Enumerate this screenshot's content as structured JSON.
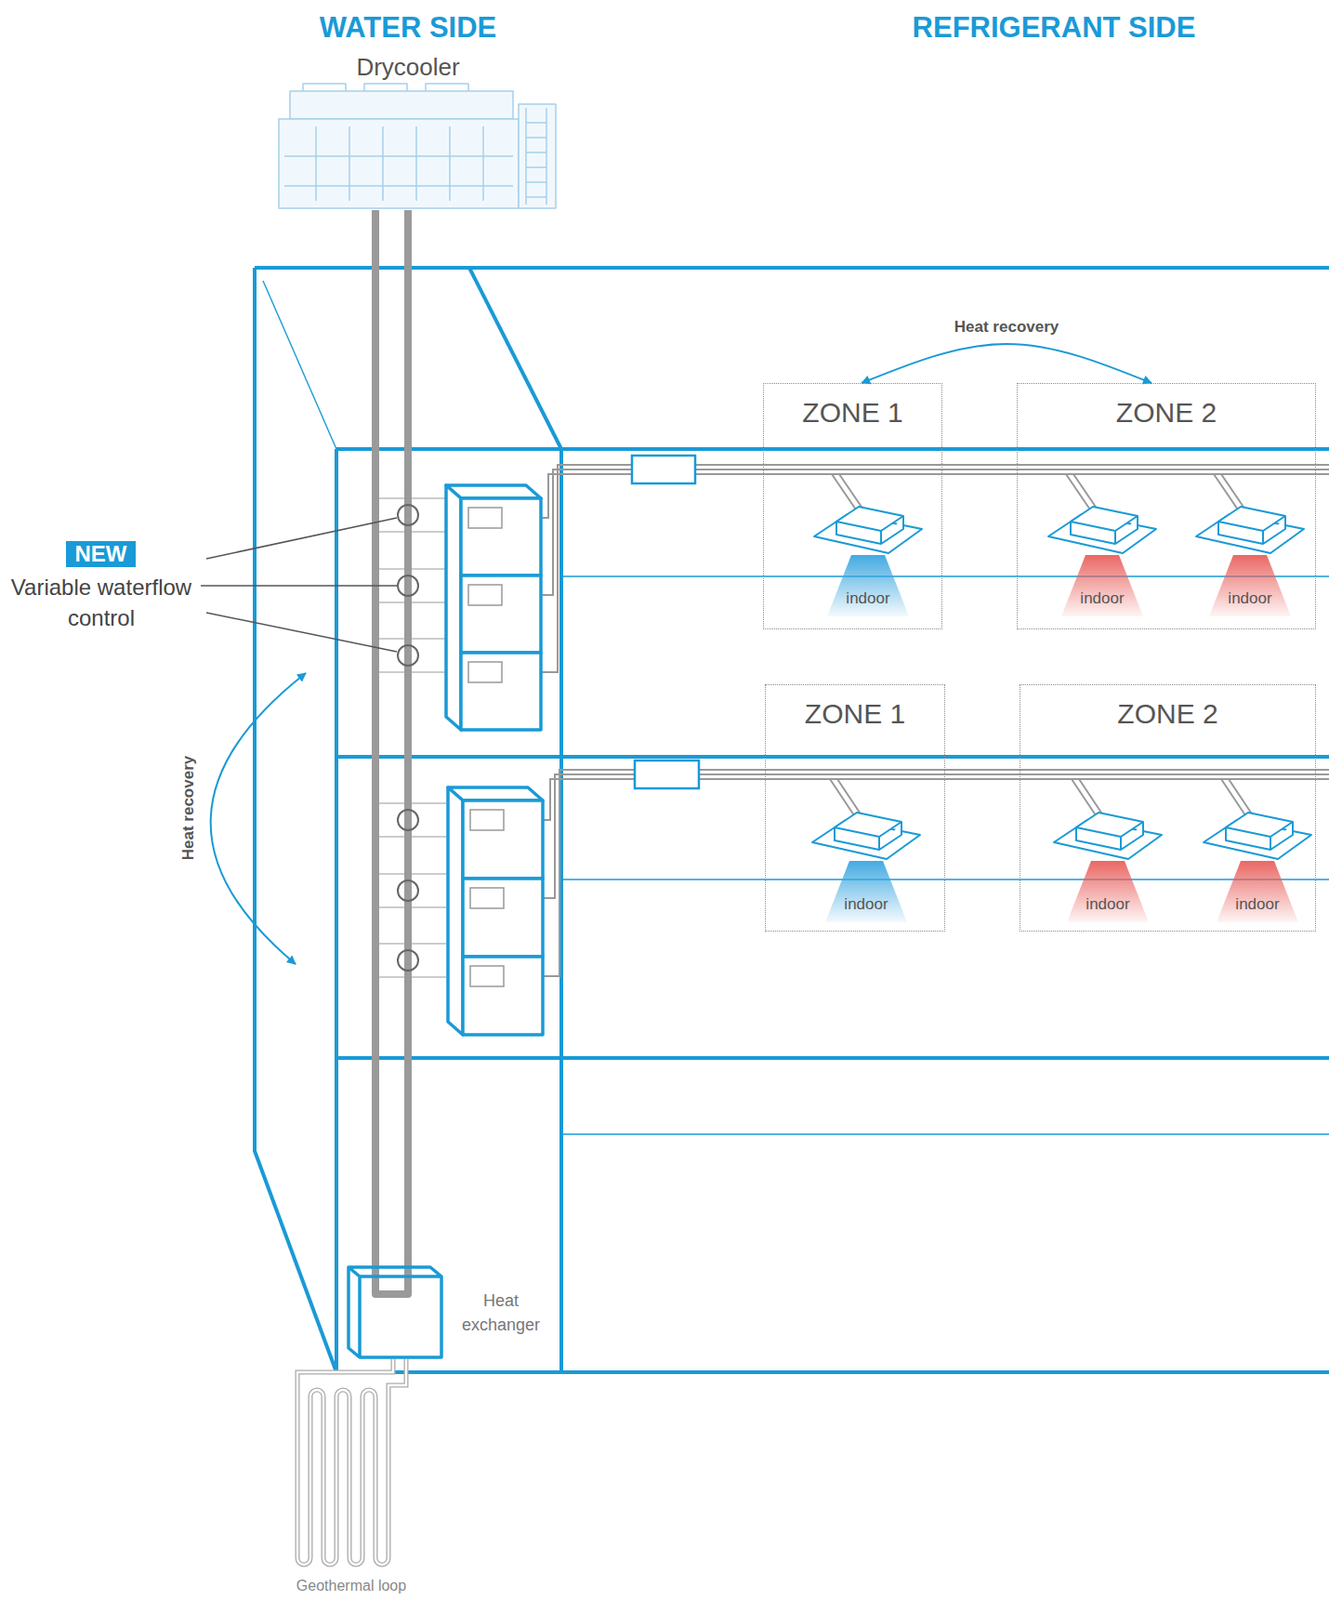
{
  "diagram": {
    "nodes": [
      {
        "text": [
          "NEW"
        ]
      },
      {
        "text": [
          "ZONE 1"
        ]
      },
      {
        "text": [
          "indoor"
        ],
        "in": 1
      },
      {
        "text": [
          "ZONE 2"
        ]
      },
      {
        "text": [
          "indoor"
        ],
        "in": 3
      },
      {
        "text": [
          "indoor"
        ],
        "in": 3
      },
      {
        "text": [
          "ZONE 1"
        ]
      },
      {
        "text": [
          "indoor"
        ],
        "in": 6
      },
      {
        "text": [
          "ZONE 2"
        ]
      },
      {
        "text": [
          "indoor"
        ],
        "in": 8
      },
      {
        "text": [
          "indoor"
        ],
        "in": 8
      },
      {
        "text": [
          "Heat exchanger"
        ]
      }
    ],
    "edges": [
      {
        "from": 1,
        "to": 3,
        "label": "Heat recovery",
        "arrow": "both"
      }
    ],
    "labels": [
      "WATER SIDE",
      "Drycooler",
      "REFRIGERANT SIDE",
      "Variable waterflow control",
      "Heat recovery",
      "Geothermal loop"
    ]
  }
}
